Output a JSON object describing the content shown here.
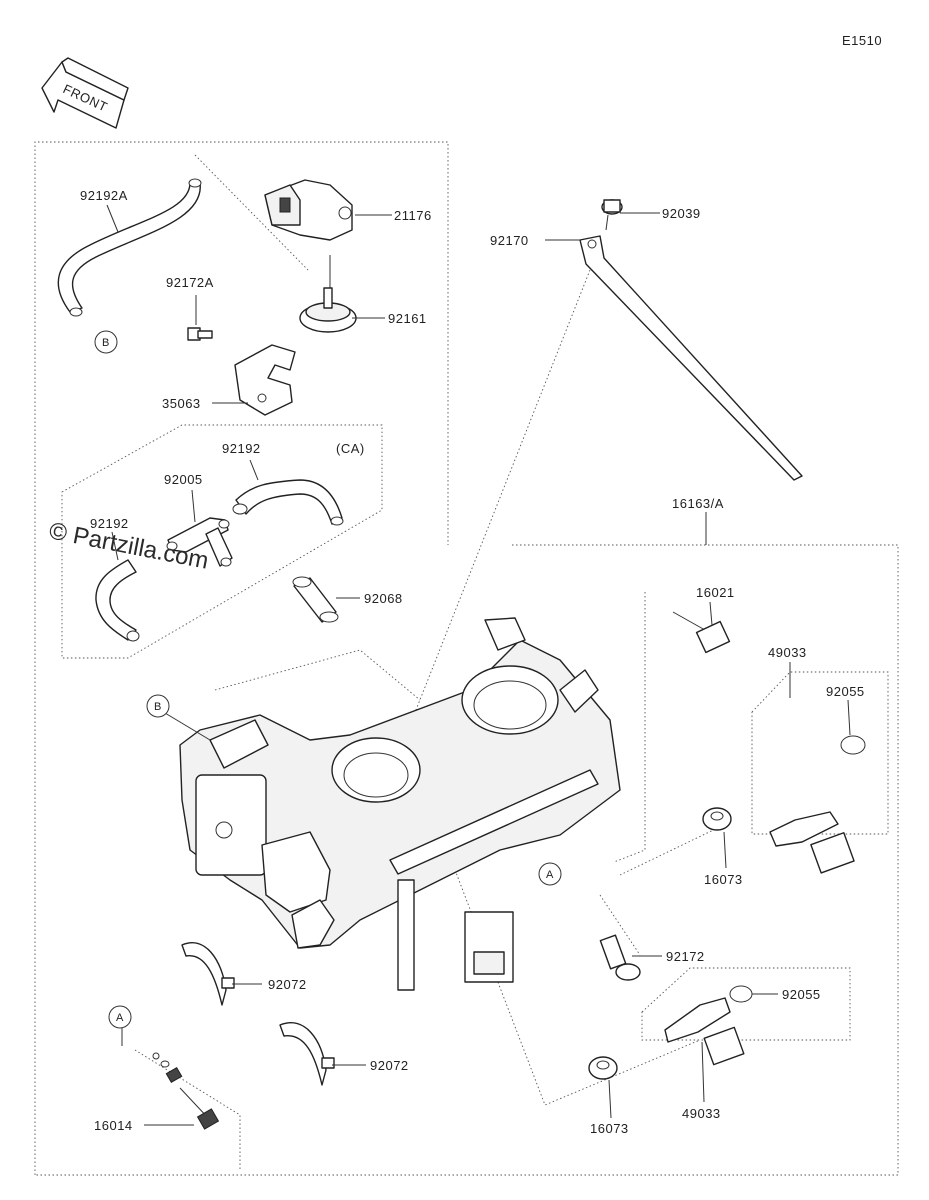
{
  "diagram_code": "E1510",
  "front_label": "FRONT",
  "watermark": "© Partzilla.com",
  "parts": {
    "p92192A": "92192A",
    "p21176": "21176",
    "p92172A": "92172A",
    "p92161": "92161",
    "p35063": "35063",
    "p92192_top": "92192",
    "ca": "(CA)",
    "p92005": "92005",
    "p92192_left": "92192",
    "p92068": "92068",
    "p92039": "92039",
    "p92170": "92170",
    "p16163A": "16163/A",
    "p16021": "16021",
    "p49033_upper": "49033",
    "p92055_upper": "92055",
    "p16073_upper": "16073",
    "p92172": "92172",
    "p92072_upper": "92072",
    "p92072_lower": "92072",
    "p92055_lower": "92055",
    "p16014": "16014",
    "p16073_lower": "16073",
    "p49033_lower": "49033"
  },
  "refs": {
    "b_top": "B",
    "b_body": "B",
    "a_body": "A",
    "a_kit": "A"
  }
}
